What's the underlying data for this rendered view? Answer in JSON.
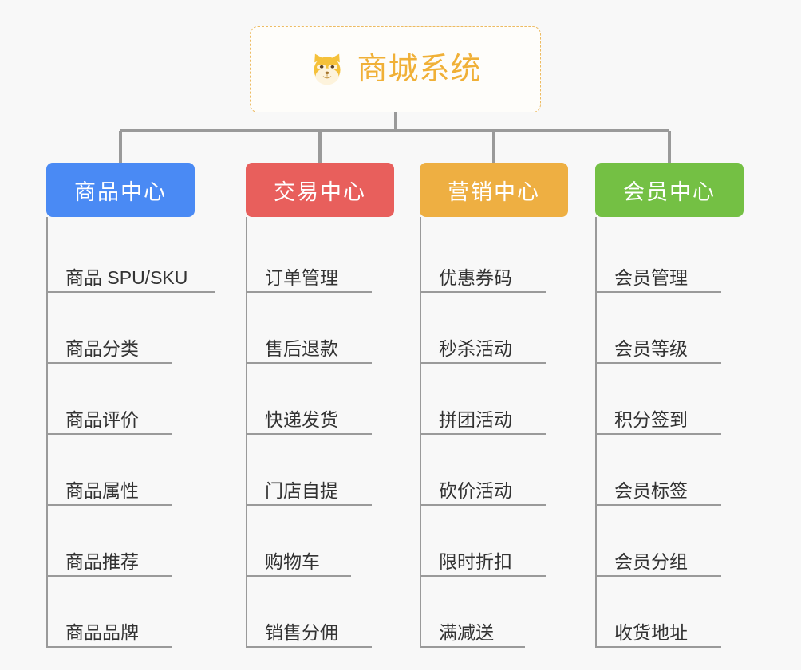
{
  "page": {
    "background_color": "#f8f8f8",
    "type": "org-chart"
  },
  "root": {
    "title": "商城系统",
    "icon": "shiba-dog-face-icon",
    "text_color": "#f0b037",
    "border_color": "#edbb62",
    "background_color": "#fefdfa"
  },
  "connector": {
    "color": "#9a9a9a"
  },
  "branches": [
    {
      "id": "products",
      "label": "商品中心",
      "color": "#4a8af4",
      "items": [
        {
          "label": "商品 SPU/SKU",
          "underline_width": 212
        },
        {
          "label": "商品分类",
          "underline_width": 158
        },
        {
          "label": "商品评价",
          "underline_width": 158
        },
        {
          "label": "商品属性",
          "underline_width": 158
        },
        {
          "label": "商品推荐",
          "underline_width": 158
        },
        {
          "label": "商品品牌",
          "underline_width": 158
        }
      ]
    },
    {
      "id": "trade",
      "label": "交易中心",
      "color": "#e85f5c",
      "items": [
        {
          "label": "订单管理",
          "underline_width": 158
        },
        {
          "label": "售后退款",
          "underline_width": 158
        },
        {
          "label": "快递发货",
          "underline_width": 158
        },
        {
          "label": "门店自提",
          "underline_width": 158
        },
        {
          "label": "购物车",
          "underline_width": 132
        },
        {
          "label": "销售分佣",
          "underline_width": 158
        }
      ]
    },
    {
      "id": "marketing",
      "label": "营销中心",
      "color": "#eeaf42",
      "items": [
        {
          "label": "优惠券码",
          "underline_width": 158
        },
        {
          "label": "秒杀活动",
          "underline_width": 158
        },
        {
          "label": "拼团活动",
          "underline_width": 158
        },
        {
          "label": "砍价活动",
          "underline_width": 158
        },
        {
          "label": "限时折扣",
          "underline_width": 158
        },
        {
          "label": "满减送",
          "underline_width": 132
        }
      ]
    },
    {
      "id": "member",
      "label": "会员中心",
      "color": "#74c044",
      "items": [
        {
          "label": "会员管理",
          "underline_width": 158
        },
        {
          "label": "会员等级",
          "underline_width": 158
        },
        {
          "label": "积分签到",
          "underline_width": 158
        },
        {
          "label": "会员标签",
          "underline_width": 158
        },
        {
          "label": "会员分组",
          "underline_width": 158
        },
        {
          "label": "收货地址",
          "underline_width": 158
        }
      ]
    }
  ]
}
